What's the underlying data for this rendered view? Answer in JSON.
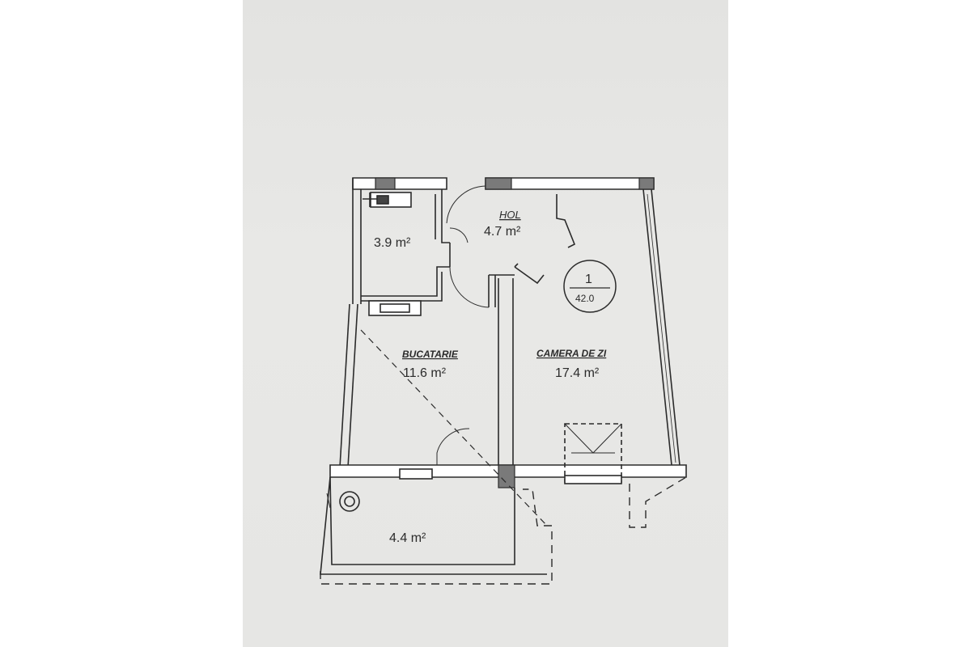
{
  "rooms": {
    "bathroom": {
      "area": "3.9 m²"
    },
    "hall": {
      "name": "HOL",
      "area": "4.7 m²"
    },
    "kitchen": {
      "name": "BUCATARIE",
      "area": "11.6 m²"
    },
    "living_room": {
      "name": "CAMERA DE ZI",
      "area": "17.4 m²"
    },
    "balcony": {
      "area": "4.4 m²"
    }
  },
  "apartment_tag": {
    "number": "1",
    "total_area": "42.0"
  },
  "colors": {
    "paper": "#e6e6e4",
    "ink": "#2b2b2b",
    "background": "#ffffff"
  }
}
